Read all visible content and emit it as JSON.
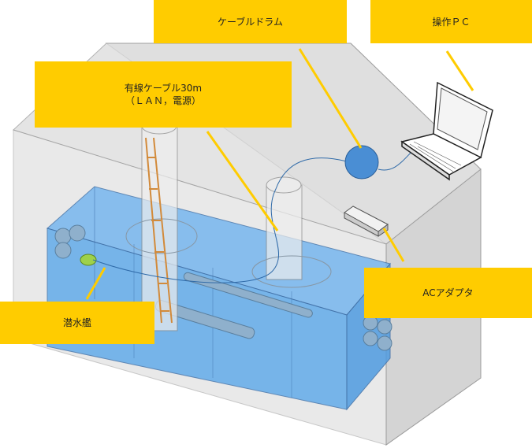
{
  "labels": {
    "cable_drum": "ケーブルドラム",
    "operation_pc": "操作ＰＣ",
    "wired_cable_line1": "有線ケーブル30m",
    "wired_cable_line2": "（ＬＡＮ，電源）",
    "ac_adapter": "ACアダプタ",
    "submarine": "潜水艦"
  },
  "colors": {
    "label_bg": "#ffcc00",
    "water": "#5aa8ea",
    "tank_glass": "#d9d9d9",
    "drum": "#4a8ed4"
  }
}
